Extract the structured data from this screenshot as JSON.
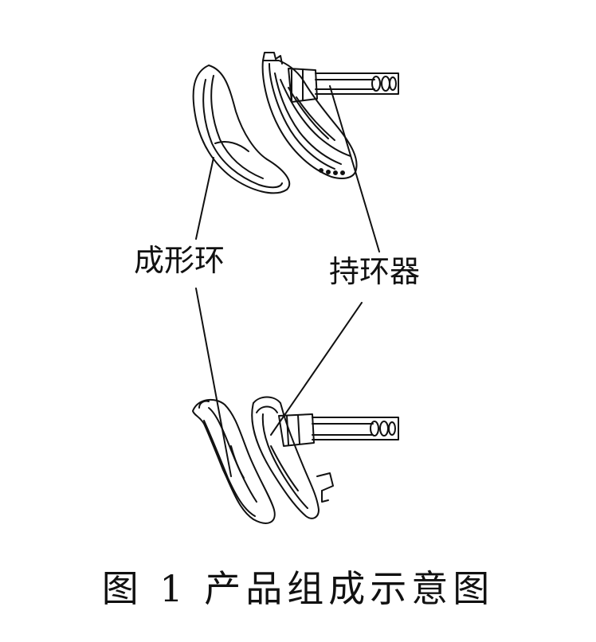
{
  "diagram": {
    "labels": {
      "forming_ring": "成形环",
      "ring_holder": "持环器"
    },
    "caption": "图 1  产品组成示意图"
  }
}
